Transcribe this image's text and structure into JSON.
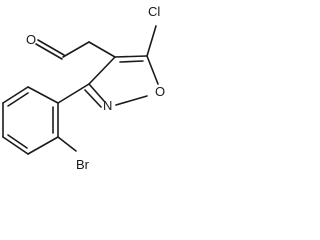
{
  "molecule": {
    "atoms": {
      "chlorine": "Cl",
      "aldehyde_oxygen": "O",
      "ring_oxygen": "O",
      "ring_nitrogen": "N",
      "bromine": "Br"
    }
  }
}
